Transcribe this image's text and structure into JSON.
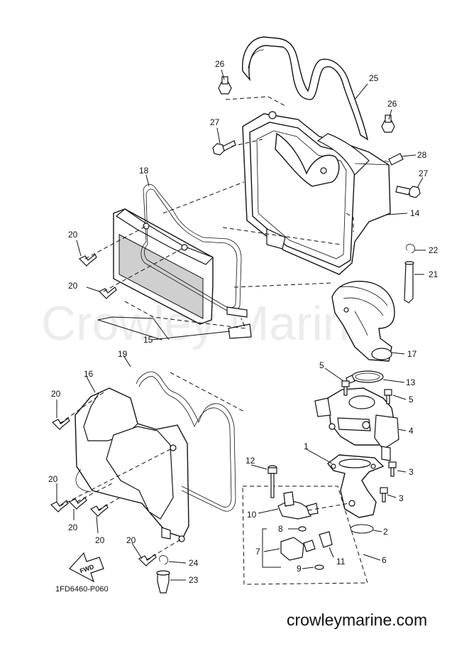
{
  "watermark": "Crowley Marine",
  "diagram_code": "1FD6460-P060",
  "site_url": "crowleymarine.com",
  "fwd_label": "FWD",
  "callouts": {
    "c1": "1",
    "c2": "2",
    "c3a": "3",
    "c3b": "3",
    "c4": "4",
    "c5a": "5",
    "c5b": "5",
    "c6": "6",
    "c7": "7",
    "c8": "8",
    "c9": "9",
    "c10": "10",
    "c11": "11",
    "c12": "12",
    "c13": "13",
    "c14": "14",
    "c15": "15",
    "c16": "16",
    "c17": "17",
    "c18": "18",
    "c19": "19",
    "c20a": "20",
    "c20b": "20",
    "c20c": "20",
    "c20d": "20",
    "c20e": "20",
    "c20f": "20",
    "c20g": "20",
    "c21": "21",
    "c22": "22",
    "c23": "23",
    "c24": "24",
    "c25": "25",
    "c26a": "26",
    "c26b": "26",
    "c27a": "27",
    "c27b": "27",
    "c28": "28"
  }
}
